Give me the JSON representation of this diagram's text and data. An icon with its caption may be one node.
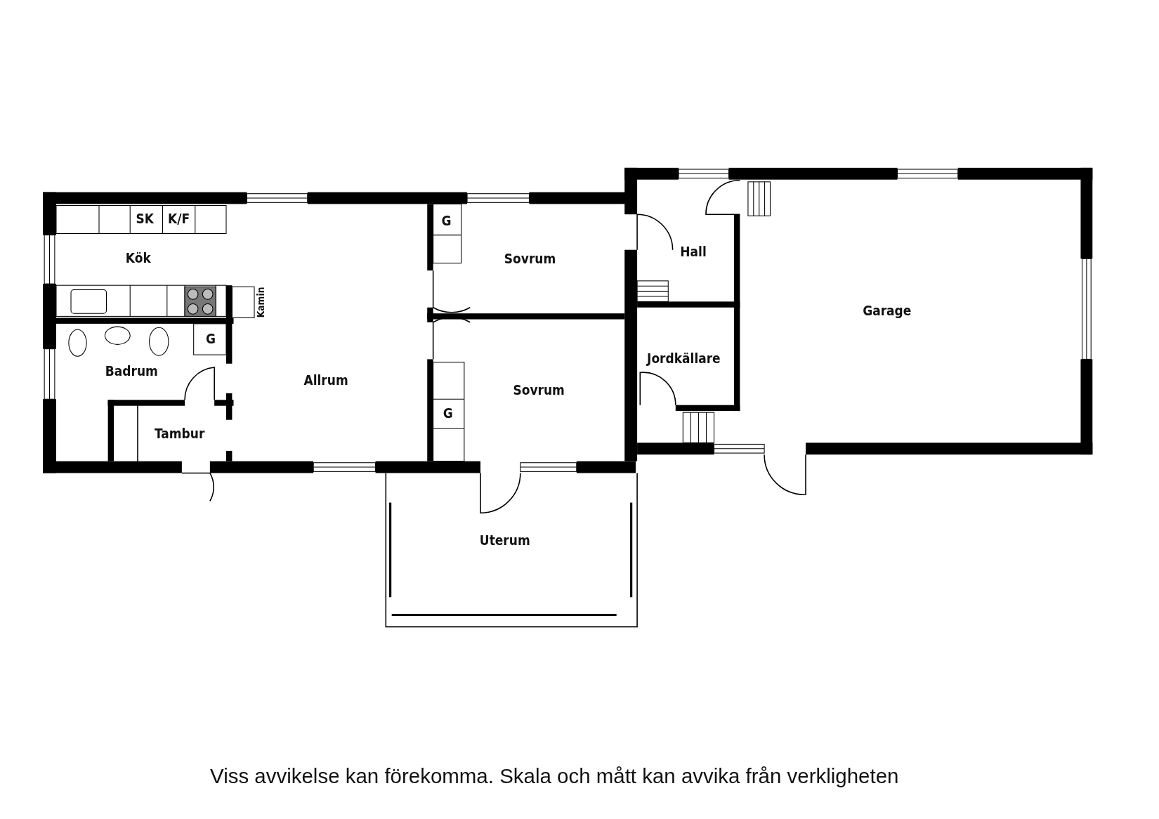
{
  "diagram": {
    "caption": "Viss avvikelse kan förekomma. Skala och mått kan avvika från verkligheten",
    "labels": [
      "SK",
      "K/F",
      "G",
      "Kök",
      "Sovrum",
      "Hall",
      "Kamin",
      "Garage",
      "G",
      "Jordkällare",
      "Badrum",
      "Allrum",
      "Sovrum",
      "G",
      "Tambur",
      "Uterum"
    ]
  }
}
